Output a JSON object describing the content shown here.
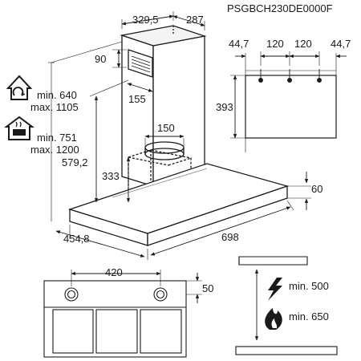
{
  "model_code": "PSGBCH230DE0000F",
  "dims": {
    "chimney_depth": "329,5",
    "chimney_width": "287",
    "top_offset": "90",
    "bracket_offset": "155",
    "outlet_diameter": "150",
    "hood_height": "579,2",
    "box_height": "333",
    "hood_thickness": "60",
    "hood_depth": "454,8",
    "hood_width": "698",
    "bracket_edge_left": "44,7",
    "bracket_spacing_left": "120",
    "bracket_spacing_right": "120",
    "bracket_edge_right": "44,7",
    "bracket_height": "393",
    "hole_spacing": "420",
    "hole_offset": "50"
  },
  "clearance": {
    "house_min": "min. 640",
    "house_max": "max. 1105",
    "pot_min": "min. 751",
    "pot_max": "max. 1200",
    "electric_min": "min. 500",
    "gas_min": "min. 650"
  },
  "icons": {
    "house": "house-icon",
    "pot": "pot-icon",
    "lightning": "lightning-icon",
    "flame": "flame-icon"
  }
}
